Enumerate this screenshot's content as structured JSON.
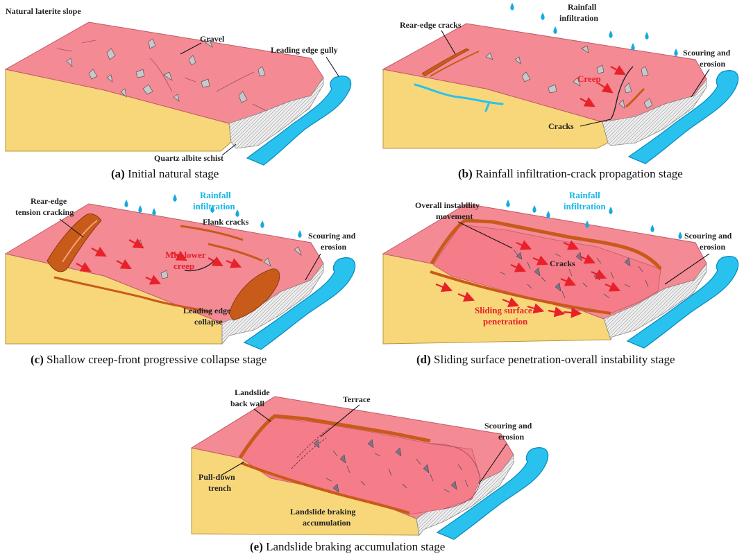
{
  "colors": {
    "slope": "#f38a94",
    "slope_top": "#f49aa2",
    "rock": "#f7d77a",
    "rock_edge": "#c9a24a",
    "schist": "#e9e9e9",
    "river": "#29c2ee",
    "river_edge": "#0a8cc2",
    "crack": "#c85a1a",
    "arrow": "#e8202a",
    "rain": "#16a9e0",
    "gravel": "#c8c8cc"
  },
  "panels": [
    {
      "id": "a",
      "caption_letter": "(a)",
      "caption_text": "Initial natural stage",
      "labels": [
        "Natural laterite slope",
        "Gravel",
        "Leading edge gully",
        "Quartz albite schist"
      ]
    },
    {
      "id": "b",
      "caption_letter": "(b)",
      "caption_text": "Rainfall infiltration-crack propagation stage",
      "labels": [
        "Rear-edge cracks",
        "Rainfall",
        "infiltration",
        "Scouring and",
        "erosion",
        "Creep",
        "Cracks"
      ]
    },
    {
      "id": "c",
      "caption_letter": "(c)",
      "caption_text": "Shallow creep-front progressive collapse stage",
      "labels": [
        "Rear-edge",
        "tension cracking",
        "Rainfall",
        "infiltration",
        "Flank cracks",
        "Scouring and",
        "erosion",
        "Mid-lower",
        "creep",
        "Leading edge",
        "collapse"
      ]
    },
    {
      "id": "d",
      "caption_letter": "(d)",
      "caption_text": "Sliding surface penetration-overall instability stage",
      "labels": [
        "Overall instability",
        "movement",
        "Rainfall",
        "infiltration",
        "Scouring and",
        "erosion",
        "Cracks",
        "Sliding surface",
        "penetration"
      ]
    },
    {
      "id": "e",
      "caption_letter": "(e)",
      "caption_text": "Landslide braking accumulation stage",
      "labels": [
        "Landslide",
        "back wall",
        "Terrace",
        "Scouring and",
        "erosion",
        "Pull-down",
        "trench",
        "Landslide braking",
        "accumulation"
      ]
    }
  ]
}
